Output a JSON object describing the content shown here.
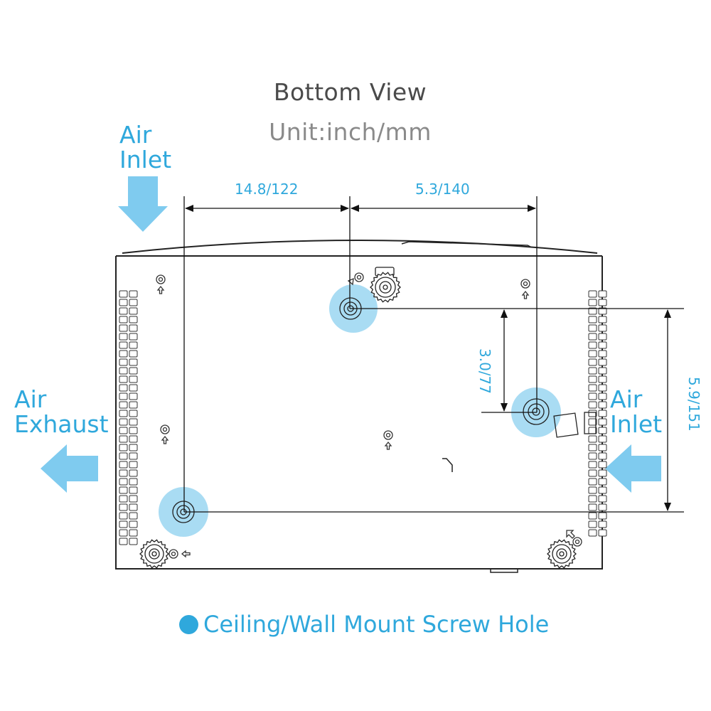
{
  "title": "Bottom View",
  "unit": "Unit:inch/mm",
  "labels": {
    "air_inlet_top": [
      "Air",
      "Inlet"
    ],
    "air_exhaust_left": [
      "Air",
      "Exhaust"
    ],
    "air_inlet_right": [
      "Air",
      "Inlet"
    ]
  },
  "dimensions": {
    "top_left": "14.8/122",
    "top_right": "5.3/140",
    "vertical_inner": "3.0/77",
    "vertical_outer": "5.9/151"
  },
  "legend": {
    "label": "Ceiling/Wall Mount Screw Hole",
    "color": "#2fa8dc"
  },
  "colors": {
    "accent": "#2fa8dc",
    "arrow_fill": "#7fcbef",
    "highlight": "#a9dcf3",
    "outline": "#222222"
  },
  "icons": [
    "down-arrow-icon",
    "left-arrow-icon",
    "mount-hole-icon",
    "foot-gear-icon"
  ]
}
